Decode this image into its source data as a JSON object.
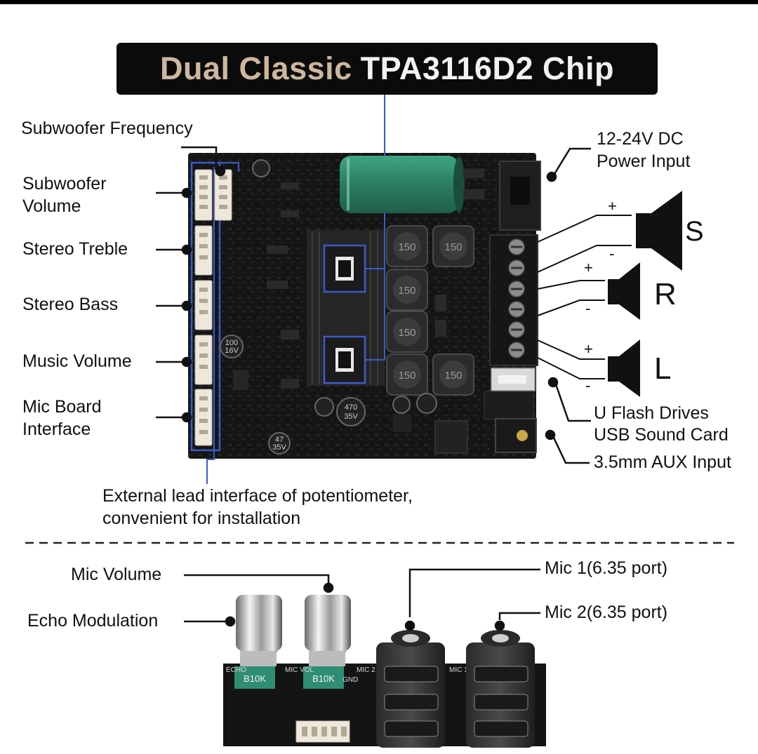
{
  "title": {
    "part1": "Dual Classic",
    "part2": "TPA3116D2 Chip"
  },
  "left_labels": {
    "subwoofer_frequency": "Subwoofer Frequency",
    "subwoofer_volume_1": "Subwoofer",
    "subwoofer_volume_2": "Volume",
    "stereo_treble": "Stereo Treble",
    "stereo_bass": "Stereo Bass",
    "music_volume": "Music Volume",
    "mic_board_1": "Mic Board",
    "mic_board_2": "Interface"
  },
  "right_labels": {
    "power_1": "12-24V DC",
    "power_2": "Power Input",
    "usb_1": "U Flash Drives",
    "usb_2": "USB Sound Card",
    "aux": "3.5mm AUX Input"
  },
  "speakers": [
    {
      "letter": "S",
      "plus": "+",
      "minus": "-"
    },
    {
      "letter": "R",
      "plus": "+",
      "minus": "-"
    },
    {
      "letter": "L",
      "plus": "+",
      "minus": "-"
    }
  ],
  "note_1": "External lead interface of potentiometer,",
  "note_2": "convenient for installation",
  "mic_board": {
    "mic_volume": "Mic Volume",
    "echo_modulation": "Echo Modulation",
    "mic1": "Mic 1(6.35 port)",
    "mic2": "Mic 2(6.35 port)",
    "silk_echo": "ECHO",
    "silk_mic_vol": "MIC VOL",
    "silk_mic2": "MIC 2",
    "silk_mic1": "MIC 1",
    "silk_gnd": "GND",
    "pot_value": "B10K"
  },
  "board": {
    "inductor_label": "150",
    "cap_470": "470",
    "cap_35v": "35V",
    "cap_100": "100",
    "cap_16v": "16V",
    "cap_47": "47",
    "cap_36v": "35V"
  },
  "colors": {
    "title_bg": "#0b0b0b",
    "title_part1": "#cdb79e",
    "title_part2": "#f2f2f2",
    "board": "#151515",
    "highlight": "#3a5cc8",
    "connector": "#eee8dc",
    "bulk_cap": "#2f8f72"
  }
}
